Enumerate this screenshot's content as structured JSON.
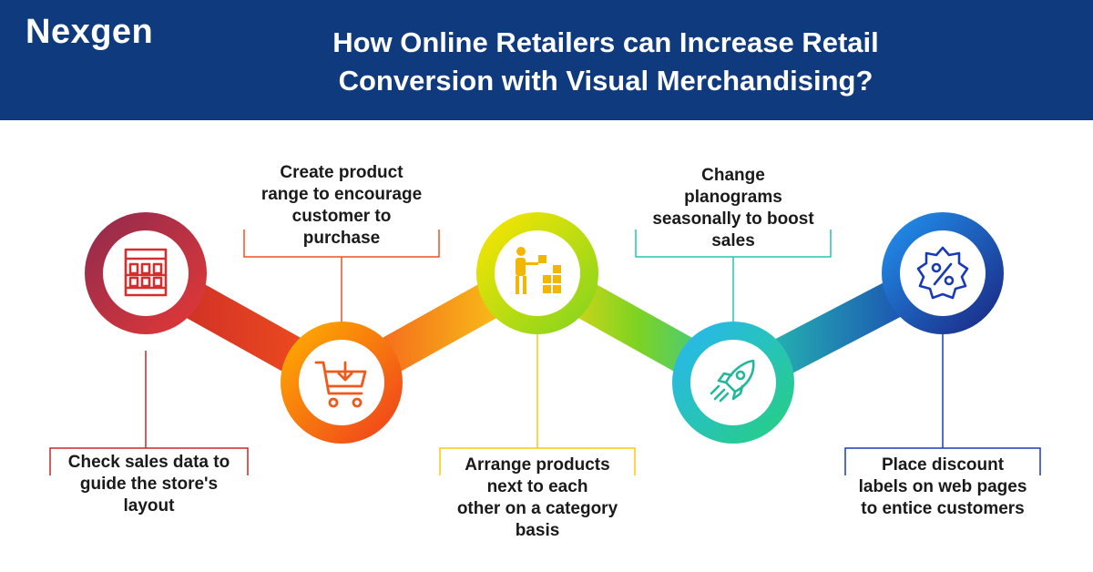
{
  "header": {
    "brand": "Nexgen",
    "title_line1": "How Online Retailers can Increase Retail",
    "title_line2": "Conversion with Visual Merchandising?",
    "background": "#0f3a7d"
  },
  "steps": [
    {
      "icon": "store-shelf-icon",
      "color": "#c62828",
      "lines": [
        "Check sales data to",
        "guide the store's",
        "layout"
      ]
    },
    {
      "icon": "shopping-cart-icon",
      "color": "#f4511e",
      "lines": [
        "Create product",
        "range to encourage",
        "customer to",
        "purchase"
      ]
    },
    {
      "icon": "arranging-boxes-icon",
      "color": "#f9c80e",
      "lines": [
        "Arrange products",
        "next to each",
        "other on a category",
        "basis"
      ]
    },
    {
      "icon": "rocket-icon",
      "color": "#26c6b0",
      "lines": [
        "Change",
        "planograms",
        "seasonally to boost",
        "sales"
      ]
    },
    {
      "icon": "discount-badge-icon",
      "color": "#1a3bb3",
      "lines": [
        "Place discount",
        "labels on web pages",
        "to entice customers"
      ]
    }
  ]
}
